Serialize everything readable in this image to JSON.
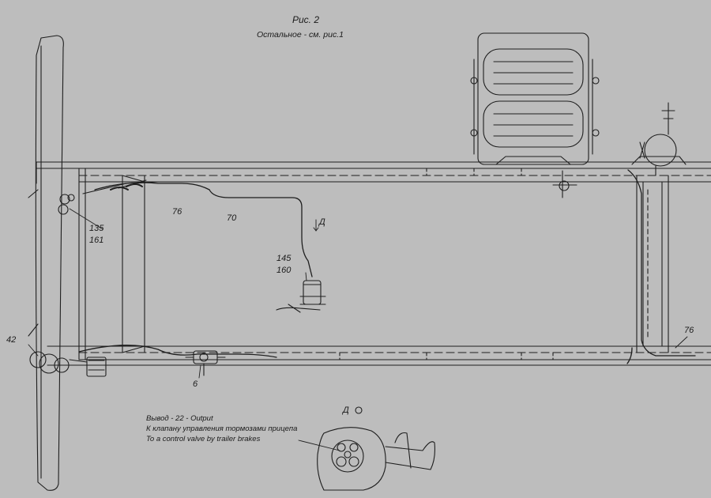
{
  "header": {
    "title": "Рис. 2",
    "subtitle": "Остальное - см. рис.1"
  },
  "callouts": {
    "c135": "135",
    "c161": "161",
    "c76_top": "76",
    "c70": "70",
    "view_d": "Д",
    "c145": "145",
    "c160": "160",
    "c42": "42",
    "c6": "6",
    "c76_right": "76"
  },
  "inset": {
    "title": "Д",
    "output_label": "Вывод - 22 - Output",
    "ru_note": "К клапану управления тормозами прицепа",
    "en_note": "To a control valve by trailer brakes"
  },
  "colors": {
    "background": "#bdbdbd",
    "line": "#1e1e1e"
  }
}
